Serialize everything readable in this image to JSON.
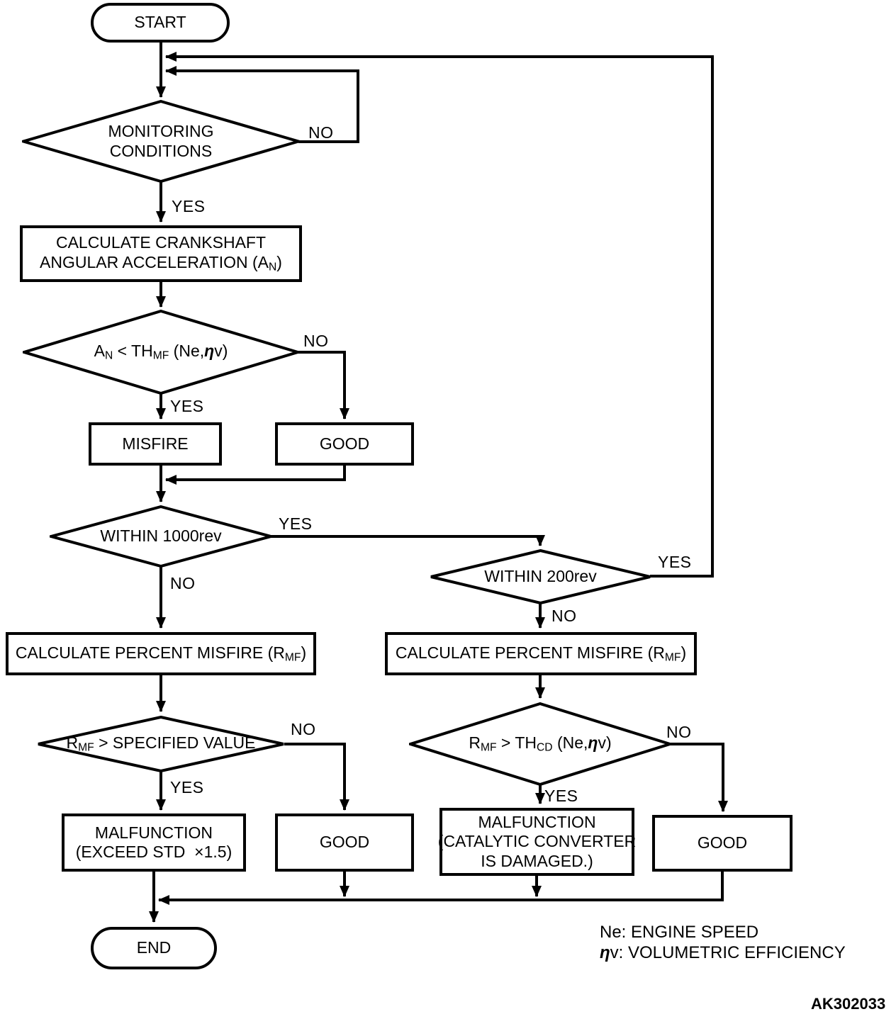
{
  "diagram": {
    "figure_code": "AK302033",
    "colors": {
      "line": "#000000",
      "background": "#ffffff"
    },
    "nodes": {
      "start": {
        "type": "terminal",
        "label": [
          [
            {
              "t": "START"
            }
          ]
        ]
      },
      "monitoring": {
        "type": "decision",
        "label": [
          [
            {
              "t": "MONITORING"
            }
          ],
          [
            {
              "t": "CONDITIONS"
            }
          ]
        ]
      },
      "calc_accel": {
        "type": "process",
        "label": [
          [
            {
              "t": "CALCULATE CRANKSHAFT"
            }
          ],
          [
            {
              "t": "ANGULAR ACCELERATION (A"
            },
            {
              "t": "N",
              "sub": true
            },
            {
              "t": ")"
            }
          ]
        ]
      },
      "an_check": {
        "type": "decision",
        "label": [
          [
            {
              "t": "A"
            },
            {
              "t": "N",
              "sub": true
            },
            {
              "t": " < TH"
            },
            {
              "t": "MF",
              "sub": true
            },
            {
              "t": " (Ne,"
            },
            {
              "t": "η",
              "eta": true
            },
            {
              "t": "v)"
            }
          ]
        ]
      },
      "misfire": {
        "type": "process",
        "label": [
          [
            {
              "t": "MISFIRE"
            }
          ]
        ]
      },
      "good1": {
        "type": "process",
        "label": [
          [
            {
              "t": "GOOD"
            }
          ]
        ]
      },
      "w1000": {
        "type": "decision",
        "label": [
          [
            {
              "t": "WITHIN 1000rev"
            }
          ]
        ]
      },
      "w200": {
        "type": "decision",
        "label": [
          [
            {
              "t": "WITHIN 200rev"
            }
          ]
        ]
      },
      "calc_pct_left": {
        "type": "process",
        "label": [
          [
            {
              "t": "CALCULATE PERCENT MISFIRE (R"
            },
            {
              "t": "MF",
              "sub": true
            },
            {
              "t": ")"
            }
          ]
        ]
      },
      "calc_pct_right": {
        "type": "process",
        "label": [
          [
            {
              "t": "CALCULATE PERCENT MISFIRE (R"
            },
            {
              "t": "MF",
              "sub": true
            },
            {
              "t": ")"
            }
          ]
        ]
      },
      "spec_check": {
        "type": "decision",
        "label": [
          [
            {
              "t": "R"
            },
            {
              "t": "MF",
              "sub": true
            },
            {
              "t": " > SPECIFIED VALUE"
            }
          ]
        ]
      },
      "thcd_check": {
        "type": "decision",
        "label": [
          [
            {
              "t": "R"
            },
            {
              "t": "MF",
              "sub": true
            },
            {
              "t": " > TH"
            },
            {
              "t": "CD",
              "sub": true
            },
            {
              "t": " (Ne,"
            },
            {
              "t": "η",
              "eta": true
            },
            {
              "t": "v)"
            }
          ]
        ]
      },
      "malf_std": {
        "type": "process",
        "label": [
          [
            {
              "t": "MALFUNCTION"
            }
          ],
          [
            {
              "t": "(EXCEED STD  ×1.5)"
            }
          ]
        ]
      },
      "good2": {
        "type": "process",
        "label": [
          [
            {
              "t": "GOOD"
            }
          ]
        ]
      },
      "malf_cat": {
        "type": "process",
        "label": [
          [
            {
              "t": "MALFUNCTION"
            }
          ],
          [
            {
              "t": "(CATALYTIC CONVERTER"
            }
          ],
          [
            {
              "t": "IS DAMAGED.)"
            }
          ]
        ]
      },
      "good3": {
        "type": "process",
        "label": [
          [
            {
              "t": "GOOD"
            }
          ]
        ]
      },
      "end": {
        "type": "terminal",
        "label": [
          [
            {
              "t": "END"
            }
          ]
        ]
      }
    },
    "edge_labels": {
      "monitoring_no": "NO",
      "monitoring_yes": "YES",
      "an_no": "NO",
      "an_yes": "YES",
      "w1000_yes": "YES",
      "w1000_no": "NO",
      "w200_yes": "YES",
      "w200_no": "NO",
      "spec_no": "NO",
      "spec_yes": "YES",
      "thcd_no": "NO",
      "thcd_yes": "YES"
    },
    "legend": {
      "line1": [
        [
          {
            "t": "Ne: ENGINE SPEED"
          }
        ]
      ],
      "line2": [
        [
          {
            "t": "η",
            "eta": true
          },
          {
            "t": "v: VOLUMETRIC EFFICIENCY"
          }
        ]
      ]
    }
  }
}
